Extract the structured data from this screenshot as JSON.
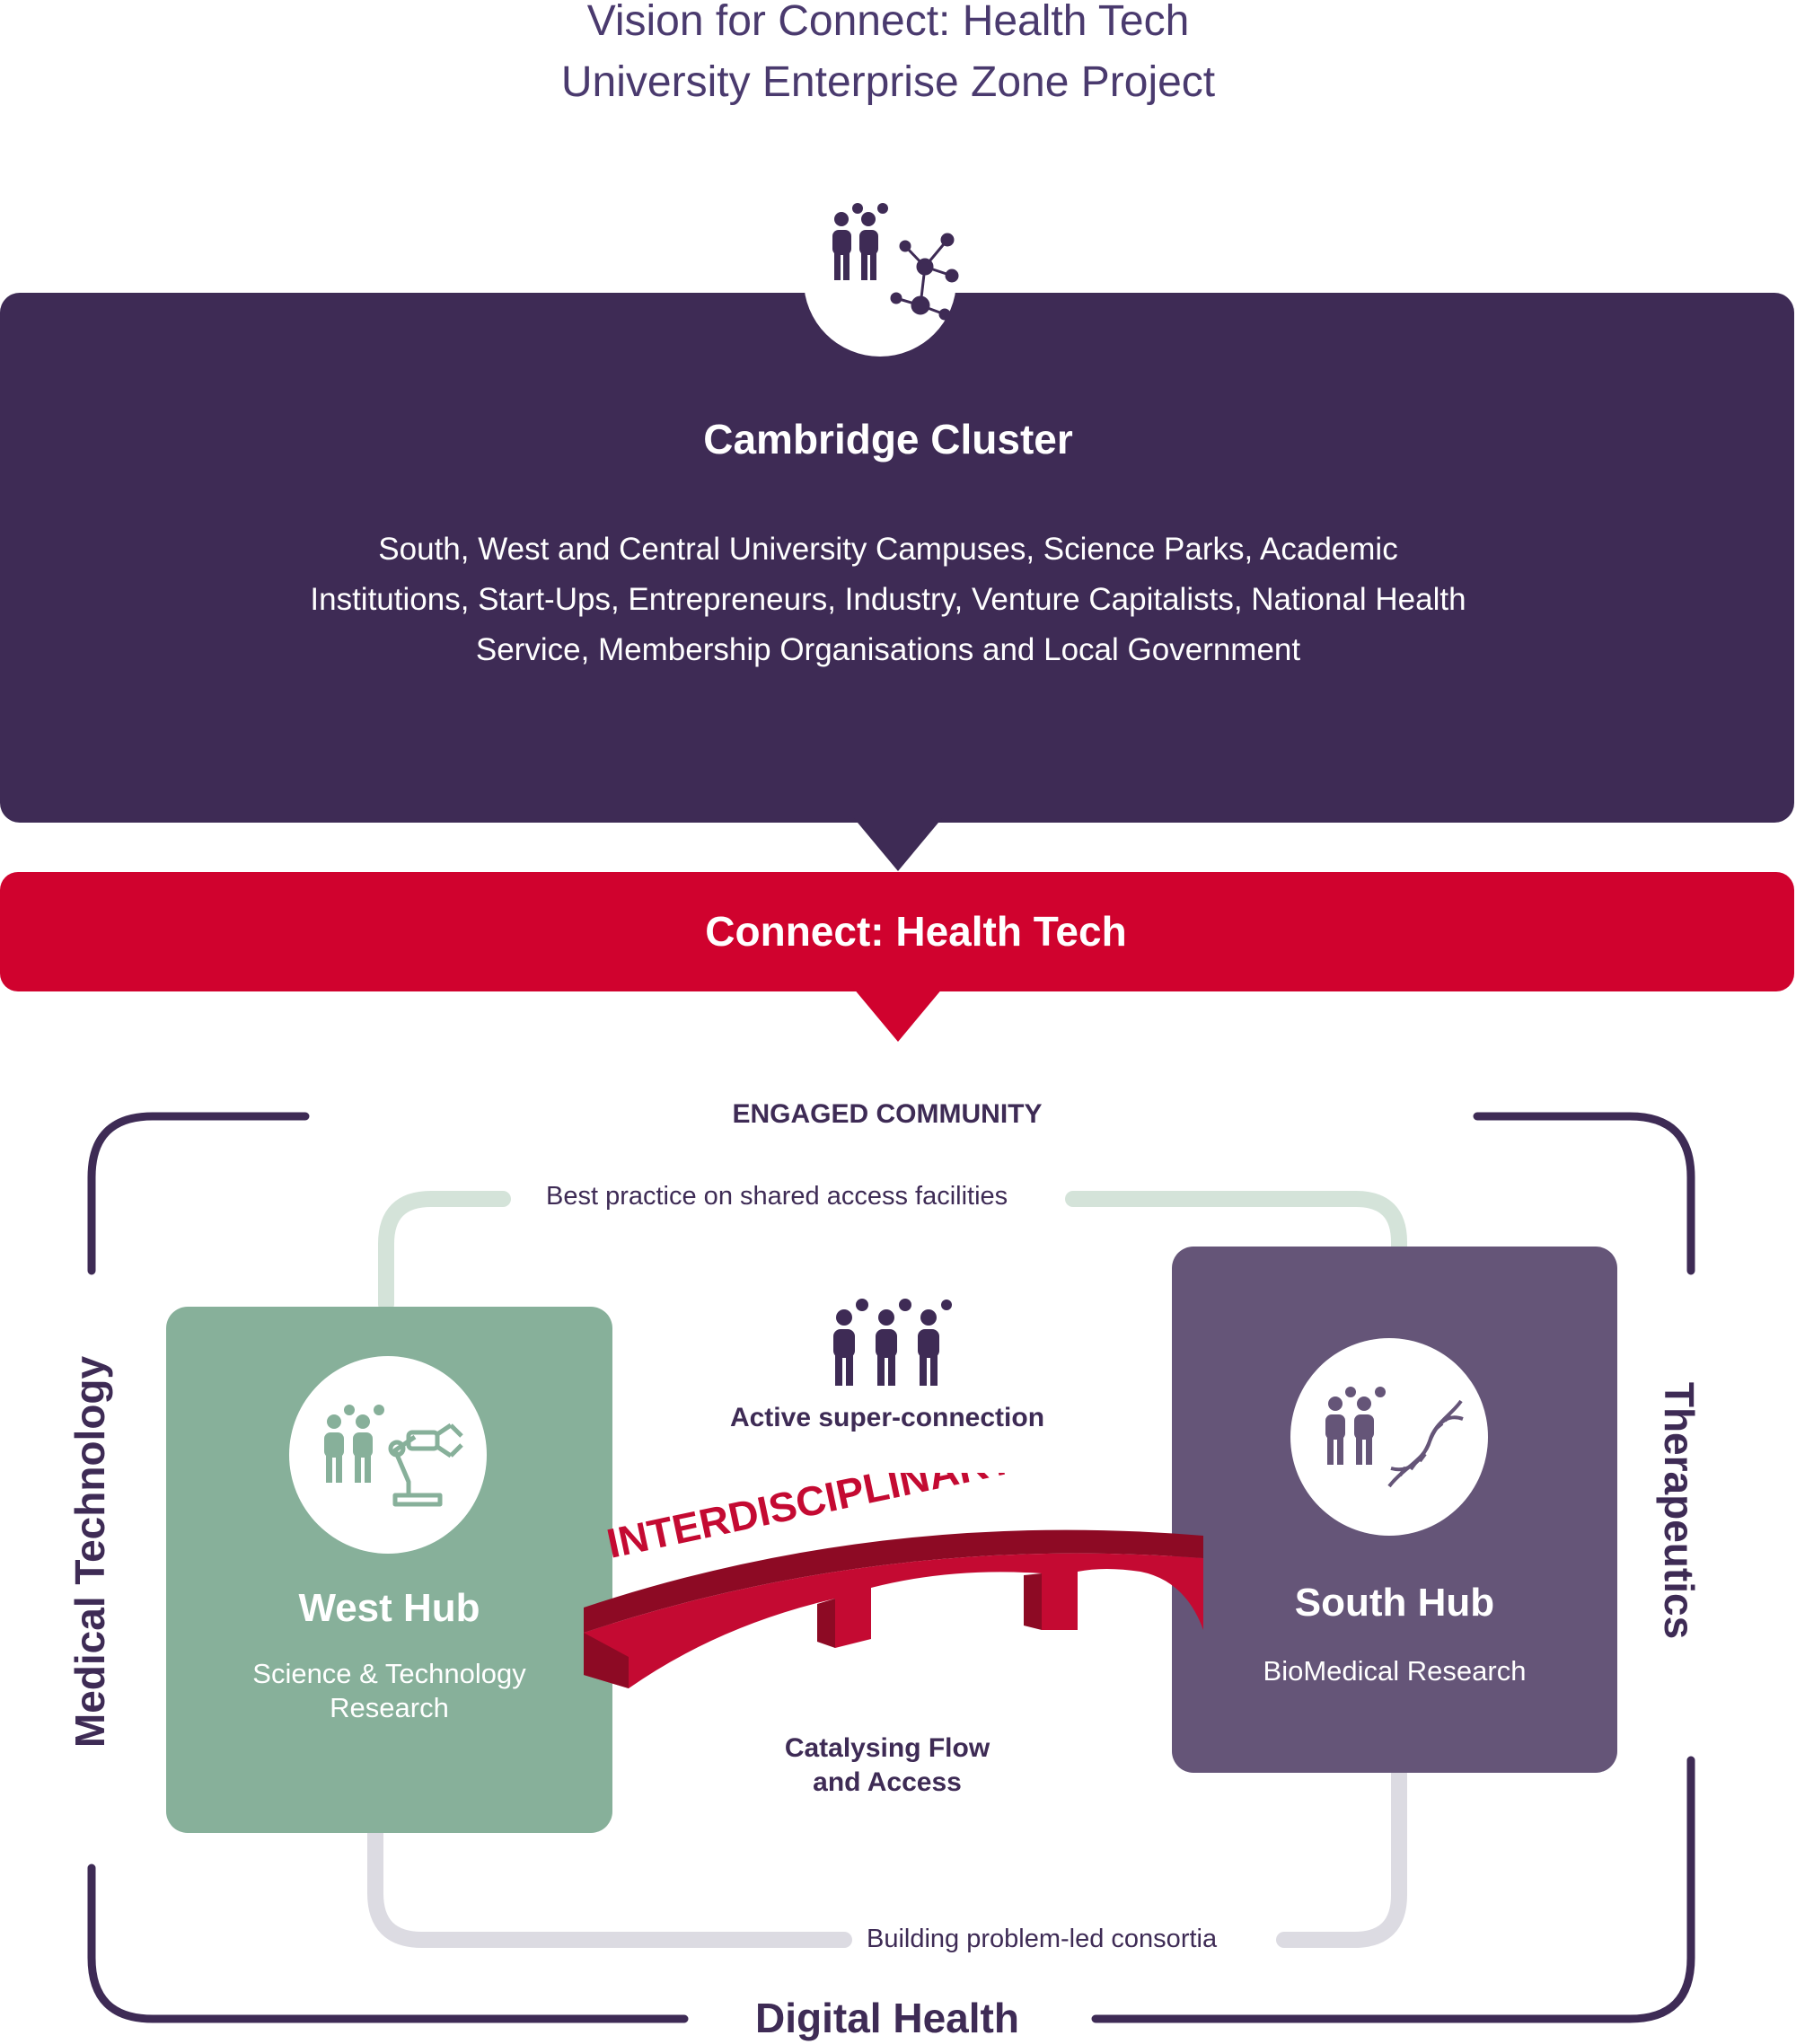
{
  "header": {
    "title_line1": "Vision for Connect: Health Tech",
    "title_line2": "University Enterprise Zone Project"
  },
  "cluster": {
    "title": "Cambridge Cluster",
    "description": "South, West and Central University Campuses, Science Parks, Academic Institutions, Start-Ups, Entrepreneurs, Industry, Venture Capitalists, National Health Service, Membership Organisations and Local Government"
  },
  "connect": {
    "label": "Connect: Health Tech"
  },
  "community": {
    "engaged_label": "ENGAGED COMMUNITY",
    "best_practice_label": "Best practice on shared access facilities",
    "super_connection_label": "Active super-connection",
    "bridge_label": "INTERDISCIPLINARY BRIDGE",
    "catalysing_line1": "Catalysing Flow",
    "catalysing_line2": "and Access",
    "consortia_label": "Building problem-led consortia"
  },
  "hubs": {
    "west": {
      "title": "West Hub",
      "subtitle_line1": "Science & Technology",
      "subtitle_line2": "Research"
    },
    "south": {
      "title": "South Hub",
      "subtitle": "BioMedical Research"
    }
  },
  "sides": {
    "left": "Medical Technology",
    "right": "Therapeutics",
    "bottom": "Digital Health"
  },
  "colors": {
    "purple_dark": "#3e2b55",
    "red": "#d0022e",
    "green": "#87b09a",
    "purple_mid": "#655578",
    "arrow_green_light": "#d4e3d9",
    "arrow_grey_light": "#dcdbe2"
  }
}
